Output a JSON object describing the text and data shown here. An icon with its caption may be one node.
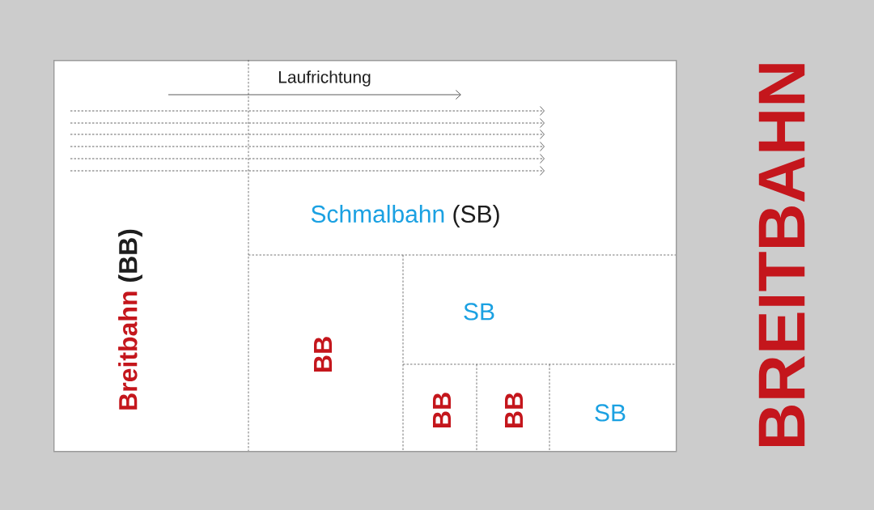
{
  "diagram": {
    "nodes": [
      {
        "text": [],
        "shape": "box"
      },
      {
        "text": [
          "Breitbahn",
          "(BB)"
        ],
        "in": 0
      },
      {
        "text": [
          "Schmalbahn",
          "(SB)"
        ],
        "in": 0
      },
      {
        "text": [
          "BB"
        ],
        "in": 0
      },
      {
        "text": [
          "SB"
        ],
        "in": 0
      },
      {
        "text": [
          "BB"
        ],
        "in": 0
      },
      {
        "text": [
          "BB"
        ],
        "in": 0
      },
      {
        "text": [
          "SB"
        ],
        "in": 0
      }
    ],
    "labels": [
      "Laufrichtung",
      "BREITBAHN"
    ]
  }
}
